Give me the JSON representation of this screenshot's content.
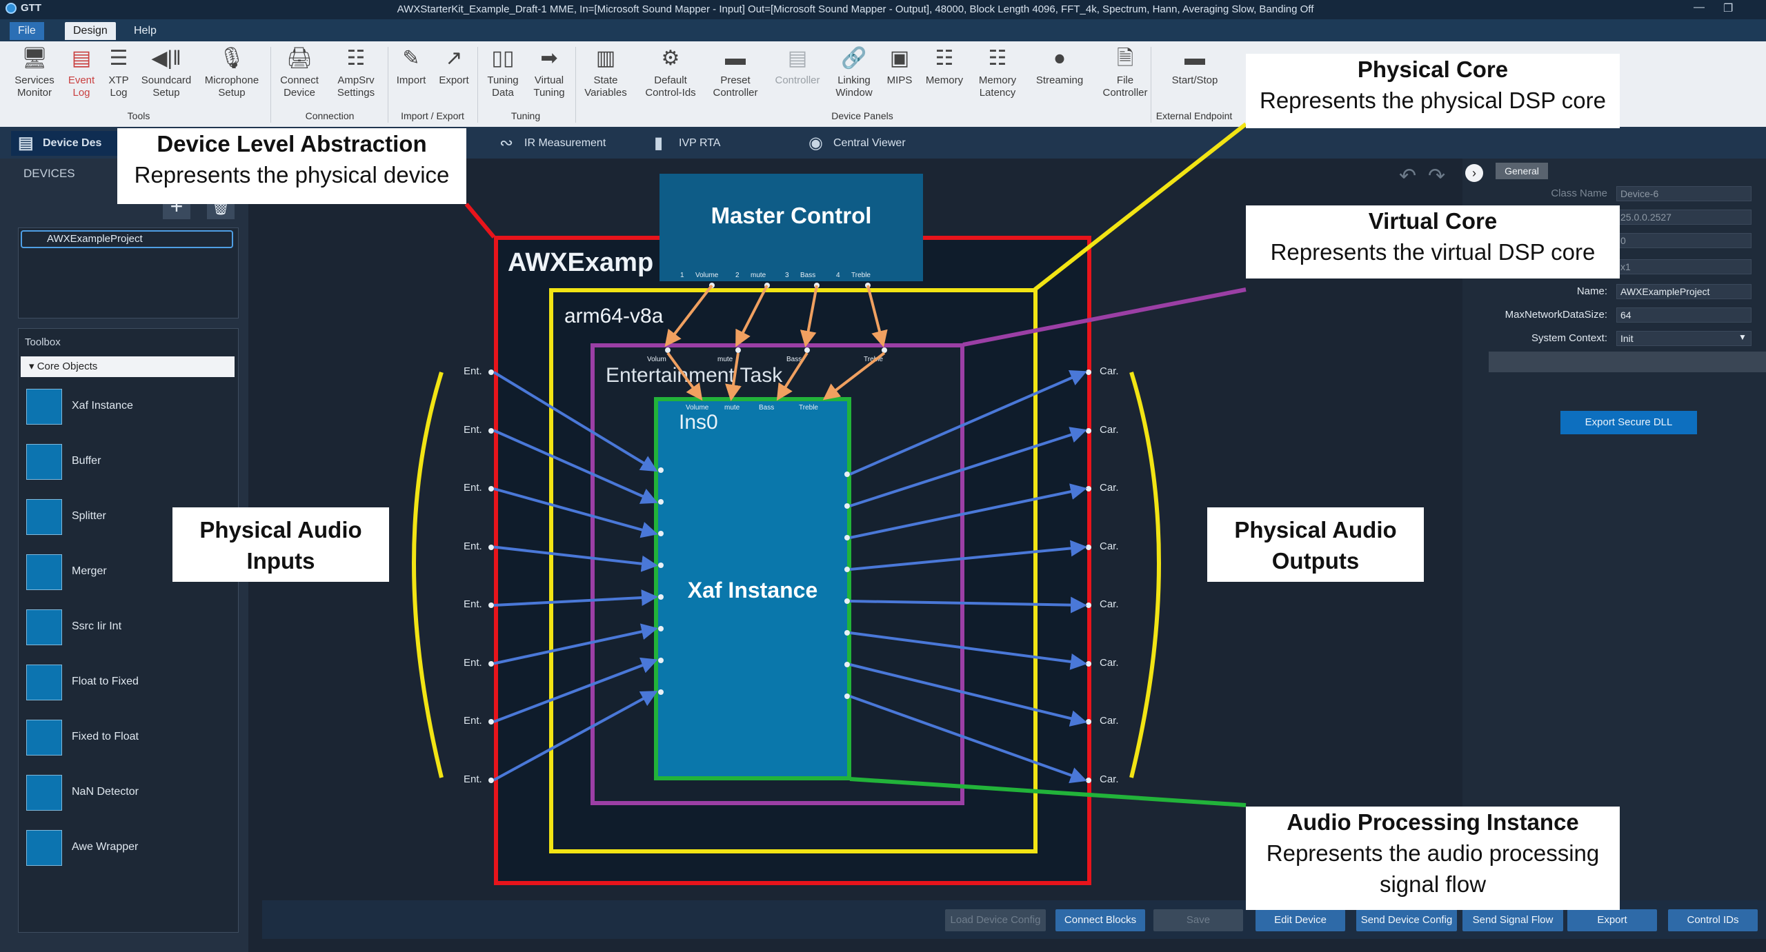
{
  "window": {
    "app_name": "GTT",
    "title": "AWXStarterKit_Example_Draft-1 MME, In=[Microsoft Sound Mapper - Input] Out=[Microsoft Sound Mapper - Output], 48000, Block Length 4096, FFT_4k, Spectrum, Hann, Averaging Slow, Banding Off"
  },
  "menu": {
    "items": [
      "File",
      "Design",
      "Help"
    ],
    "active": "File",
    "selected": "Design"
  },
  "ribbon": {
    "buttons": [
      {
        "label": "Services\nMonitor",
        "icon": "monitor-icon"
      },
      {
        "label": "Event\nLog",
        "icon": "event-log-icon",
        "accent": "#d94a4a"
      },
      {
        "label": "XTP\nLog",
        "icon": "xtp-log-icon"
      },
      {
        "label": "Soundcard\nSetup",
        "icon": "soundcard-icon"
      },
      {
        "label": "Microphone\nSetup",
        "icon": "microphone-icon"
      },
      {
        "label": "Connect\nDevice",
        "icon": "connect-device-icon"
      },
      {
        "label": "AmpSrv\nSettings",
        "icon": "ampsrv-icon"
      },
      {
        "label": "Import",
        "icon": "import-icon"
      },
      {
        "label": "Export",
        "icon": "export-icon"
      },
      {
        "label": "Tuning\nData",
        "icon": "tuning-data-icon"
      },
      {
        "label": "Virtual\nTuning",
        "icon": "virtual-tuning-icon"
      },
      {
        "label": "State\nVariables",
        "icon": "state-variables-icon"
      },
      {
        "label": "Default\nControl-Ids",
        "icon": "control-ids-icon"
      },
      {
        "label": "Preset\nController",
        "icon": "preset-icon"
      },
      {
        "label": "Controller",
        "icon": "controller-icon",
        "disabled": true
      },
      {
        "label": "Linking\nWindow",
        "icon": "linking-icon"
      },
      {
        "label": "MIPS",
        "icon": "mips-icon"
      },
      {
        "label": "Memory",
        "icon": "memory-icon"
      },
      {
        "label": "Memory\nLatency",
        "icon": "memory-latency-icon"
      },
      {
        "label": "Streaming",
        "icon": "streaming-icon"
      },
      {
        "label": "File\nController",
        "icon": "file-controller-icon"
      },
      {
        "label": "Start/Stop",
        "icon": "start-stop-icon"
      }
    ],
    "groups": [
      "Tools",
      "Connection",
      "Import / Export",
      "Tuning",
      "Device Panels",
      "External Endpoint"
    ]
  },
  "tabs": [
    {
      "label": "Device Des",
      "icon": "device-designer-icon",
      "active": true
    },
    {
      "label": "IR Measurement",
      "icon": "ir-measurement-icon"
    },
    {
      "label": "IVP RTA",
      "icon": "ivp-rta-icon"
    },
    {
      "label": "Central Viewer",
      "icon": "central-viewer-icon"
    }
  ],
  "devices": {
    "title": "DEVICES",
    "items": [
      "AWXExampleProject"
    ]
  },
  "toolbox": {
    "title": "Toolbox",
    "section": "Core Objects",
    "items": [
      "Xaf Instance",
      "Buffer",
      "Splitter",
      "Merger",
      "Ssrc Iir Int",
      "Float to Fixed",
      "Fixed to Float",
      "NaN Detector",
      "Awe Wrapper"
    ]
  },
  "canvas": {
    "master_control": {
      "title": "Master Control",
      "ports": [
        "Volume",
        "mute",
        "Bass",
        "Treble"
      ],
      "port_numbers": [
        "1",
        "2",
        "3",
        "4"
      ]
    },
    "device_label": "AWXExamp",
    "core_label": "arm64-v8a",
    "task_label": "Entertainment Task",
    "task_ports": [
      "Volum",
      "mute",
      "Bass",
      "Treble"
    ],
    "instance_id": "Ins0",
    "instance_title": "Xaf Instance",
    "instance_ports": [
      "Volume",
      "mute",
      "Bass",
      "Treble"
    ],
    "input_label": "Ent.",
    "output_label": "Car.",
    "input_count": 8,
    "output_count": 8
  },
  "properties": {
    "tab": "General",
    "fields": [
      {
        "label": "Class Name",
        "value": "Device-6",
        "dim": true
      },
      {
        "label": "",
        "value": "25.0.0.2527",
        "dim": true
      },
      {
        "label": "",
        "value": "0",
        "dim": true
      },
      {
        "label": "",
        "value": "x1",
        "dim": true
      },
      {
        "label": "Name:",
        "value": "AWXExampleProject"
      },
      {
        "label": "MaxNetworkDataSize:",
        "value": "64"
      },
      {
        "label": "System Context:",
        "value": "Init"
      }
    ],
    "export_button": "Export Secure DLL"
  },
  "status_buttons": [
    {
      "label": "Load Device Config",
      "disabled": true
    },
    {
      "label": "Connect Blocks"
    },
    {
      "label": "Save",
      "disabled": true
    },
    {
      "label": "Edit Device"
    },
    {
      "label": "Send Device Config"
    },
    {
      "label": "Send Signal Flow"
    },
    {
      "label": "Export"
    },
    {
      "label": "Control IDs"
    }
  ],
  "callouts": {
    "device": {
      "title": "Device Level Abstraction",
      "text": "Represents the physical device"
    },
    "physical_core": {
      "title": "Physical Core",
      "text": "Represents the physical DSP core"
    },
    "virtual_core": {
      "title": "Virtual Core",
      "text": "Represents the virtual DSP core"
    },
    "inputs": {
      "title": "Physical Audio\nInputs"
    },
    "outputs": {
      "title": "Physical Audio\nOutputs"
    },
    "instance": {
      "title": "Audio Processing Instance",
      "text": "Represents the audio processing\nsignal flow"
    }
  },
  "colors": {
    "device_border": "#e8141b",
    "physical_core_border": "#f2e414",
    "virtual_core_border": "#9b3fa5",
    "instance_border": "#22b33a",
    "instance_fill": "#0a77ab",
    "input_wire": "#4a78d8",
    "control_wire": "#f0a060"
  }
}
